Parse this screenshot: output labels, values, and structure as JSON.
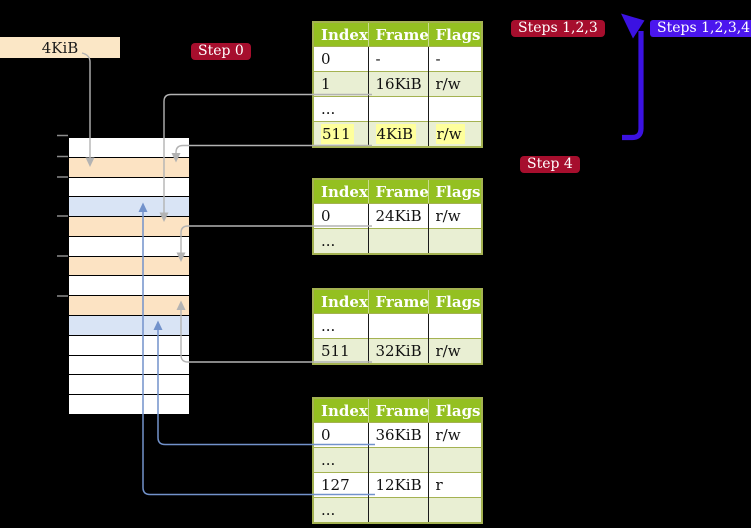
{
  "legend_box": {
    "label": "4KiB"
  },
  "badges": {
    "step0": "Step 0",
    "steps123": "Steps 1,2,3",
    "steps1234": "Steps 1,2,3,4",
    "step4": "Step 4"
  },
  "tables": [
    {
      "name": "page-table-1",
      "headers": [
        "Index",
        "Frame",
        "Flags"
      ],
      "rows": [
        {
          "cells": [
            "0",
            "-",
            "-"
          ],
          "highlight": false
        },
        {
          "cells": [
            "1",
            "16KiB",
            "r/w"
          ],
          "highlight": false
        },
        {
          "cells": [
            "...",
            "",
            ""
          ],
          "highlight": false
        },
        {
          "cells": [
            "511",
            "4KiB",
            "r/w"
          ],
          "highlight": true
        }
      ]
    },
    {
      "name": "page-table-2",
      "headers": [
        "Index",
        "Frame",
        "Flags"
      ],
      "rows": [
        {
          "cells": [
            "0",
            "24KiB",
            "r/w"
          ],
          "highlight": false
        },
        {
          "cells": [
            "...",
            "",
            ""
          ],
          "highlight": false
        }
      ]
    },
    {
      "name": "page-table-3",
      "headers": [
        "Index",
        "Frame",
        "Flags"
      ],
      "rows": [
        {
          "cells": [
            "...",
            "",
            ""
          ],
          "highlight": false
        },
        {
          "cells": [
            "511",
            "32KiB",
            "r/w"
          ],
          "highlight": false
        }
      ]
    },
    {
      "name": "page-table-4",
      "headers": [
        "Index",
        "Frame",
        "Flags"
      ],
      "rows": [
        {
          "cells": [
            "0",
            "36KiB",
            "r/w"
          ],
          "highlight": false
        },
        {
          "cells": [
            "...",
            "",
            ""
          ],
          "highlight": false
        },
        {
          "cells": [
            "127",
            "12KiB",
            "r"
          ],
          "highlight": false
        },
        {
          "cells": [
            "...",
            "",
            ""
          ],
          "highlight": false
        }
      ]
    }
  ],
  "memory_stack": {
    "rows": [
      "plain",
      "table-frame",
      "plain",
      "mapped-page",
      "table-frame",
      "plain",
      "table-frame",
      "plain",
      "table-frame",
      "mapped-page",
      "plain",
      "plain",
      "plain",
      "plain"
    ]
  },
  "colors": {
    "table_header_bg": "#94c021",
    "table_row_alt_bg": "#e9efd3",
    "table_border": "#a4b251",
    "highlight_bg": "#feff9c",
    "frame_orange": "#fce3c3",
    "page_blue": "#d9e4f5",
    "badge_red_bg": "#a60e2d",
    "badge_blue_bg": "#4b16ee",
    "arrow_gray": "#b3b3b3",
    "arrow_blue_thin": "#7292cb",
    "arrow_blue_thick": "#3b12e2",
    "legend_box_bg": "#fbe7c6"
  }
}
